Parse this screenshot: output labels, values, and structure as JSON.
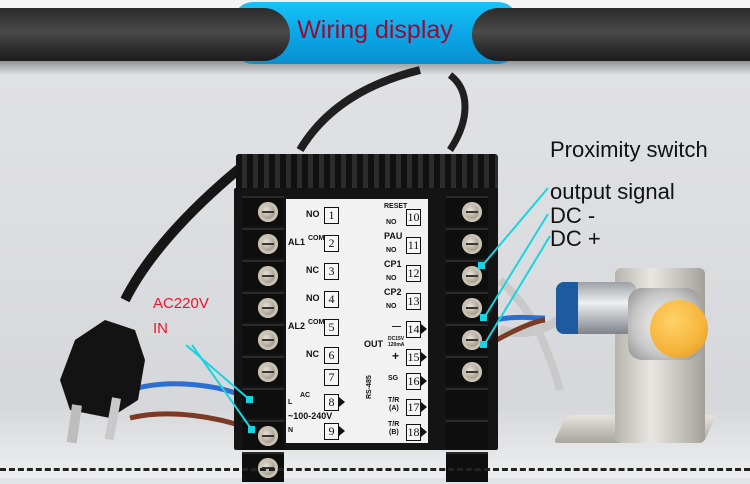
{
  "banner": {
    "title": "Wiring display",
    "sleeve_color": "#0aa5e6",
    "title_color": "#9a0b32"
  },
  "annotations": {
    "power_input": [
      "AC220V",
      "IN"
    ],
    "sensor_title": "Proximity switch",
    "sensor_signals": [
      "output signal",
      "DC -",
      "DC +"
    ],
    "leader_color": "#19d4e0",
    "power_label_color": "#e8152c"
  },
  "controller_panel": {
    "left_group": {
      "alarm1": {
        "name": "AL1",
        "contacts": [
          "NO",
          "COM",
          "NC"
        ],
        "terminals": [
          "1",
          "2",
          "3"
        ]
      },
      "alarm2": {
        "name": "AL2",
        "contacts": [
          "NO",
          "COM",
          "NC"
        ],
        "terminals": [
          "4",
          "5",
          "6"
        ]
      },
      "spare_terminal": "7",
      "power": {
        "line": "L",
        "neutral": "N",
        "ac": "AC",
        "range": "~100-240V",
        "terminals": [
          "8",
          "9"
        ]
      }
    },
    "right_group": {
      "inputs": [
        {
          "name": "RESET",
          "contact": "NO",
          "terminal": "10"
        },
        {
          "name": "PAU",
          "contact": "NO",
          "terminal": "11"
        },
        {
          "name": "CP1",
          "contact": "NO",
          "terminal": "12"
        },
        {
          "name": "CP2",
          "contact": "NO",
          "terminal": "13"
        }
      ],
      "common": {
        "sign": "—",
        "terminal": "14"
      },
      "output": {
        "label": "OUT",
        "spec_line1": "DC15V",
        "spec_line2": "120mA",
        "sign": "+",
        "terminal": "15"
      },
      "rs485": {
        "name": "RS-485",
        "sg": {
          "label": "SG",
          "terminal": "16"
        },
        "a": {
          "label": "T/R",
          "sub": "(A)",
          "terminal": "17"
        },
        "b": {
          "label": "T/R",
          "sub": "(B)",
          "terminal": "18"
        }
      }
    }
  }
}
